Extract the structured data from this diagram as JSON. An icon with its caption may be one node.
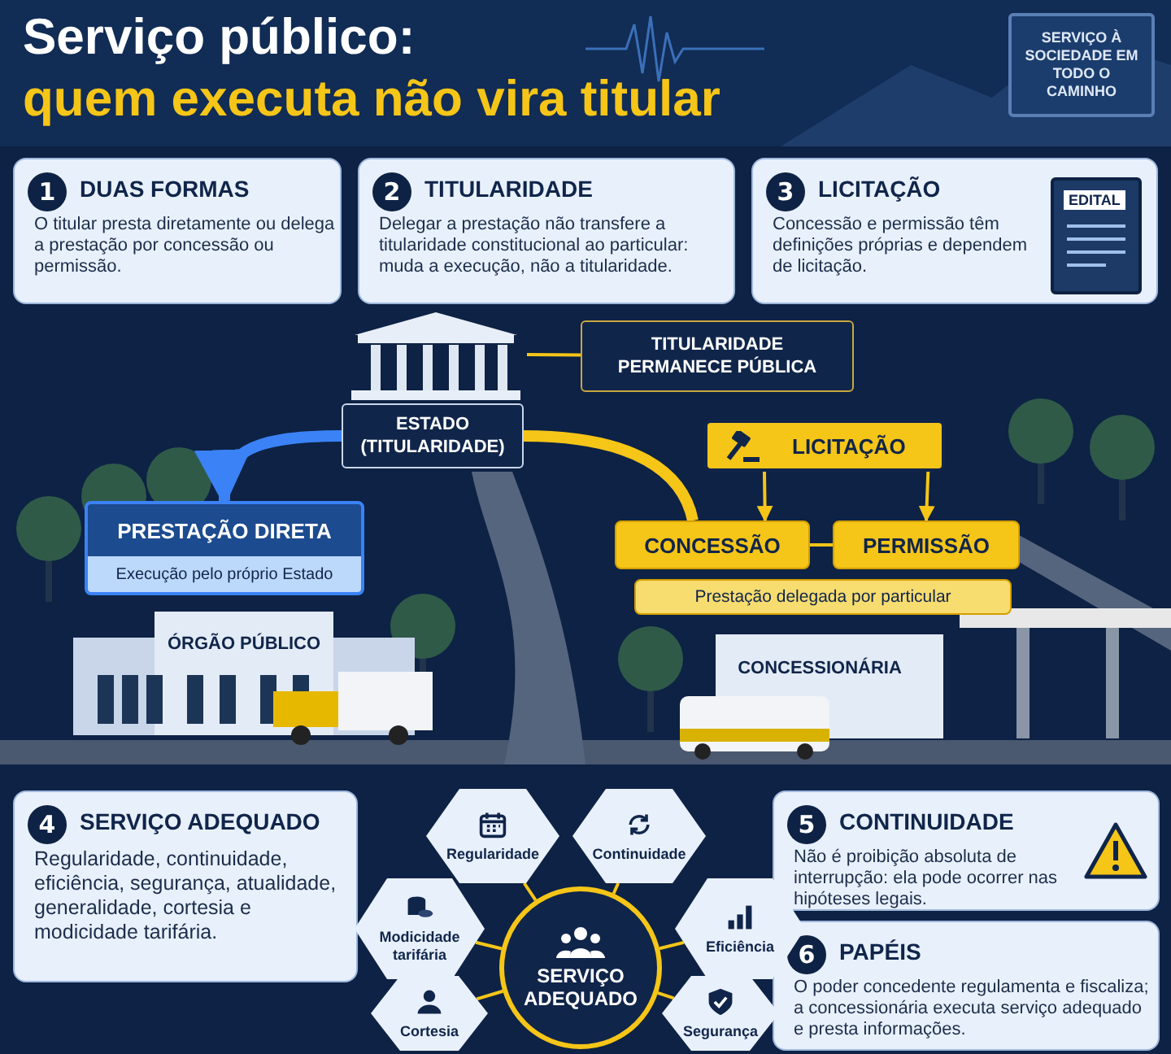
{
  "diagram": {
    "title": "Serviço público: *quem executa não vira titular*",
    "nodes": [
      {
        "text": [
          "1",
          "DUAS FORMAS",
          "O titular presta diretamente ou delega a prestação por concessão ou permissão."
        ]
      },
      {
        "text": [
          "2",
          "TITULARIDADE",
          "Delegar a prestação não transfere a titularidade constitucional ao particular: muda a execução, não a titularidade."
        ]
      },
      {
        "text": [
          "3",
          "LICITAÇÃO",
          "Concessão e permissão têm definições próprias e dependem de licitação."
        ]
      },
      {
        "text": [
          "EDITAL"
        ],
        "in": 2
      },
      {
        "text": [
          "SERVIÇO À SOCIEDADE EM TODO O CAMINHO"
        ]
      },
      {
        "text": [],
        "shape": "picture"
      },
      {
        "text": [
          "TITULARIDADE PERMANECE PÚBLICA"
        ]
      },
      {
        "text": [
          "ESTADO (TITULARIDADE)"
        ]
      },
      {
        "text": [
          "PRESTAÇÃO DIRETA",
          "Execução pelo próprio Estado"
        ]
      },
      {
        "text": [
          "LICITAÇÃO"
        ]
      },
      {
        "text": [
          "CONCESSÃO"
        ]
      },
      {
        "text": [
          "PERMISSÃO"
        ]
      },
      {
        "text": [
          "Prestação delegada por particular"
        ]
      },
      {
        "text": [
          "ÓRGÃO PÚBLICO"
        ]
      },
      {
        "text": [
          "CONCESSIONÁRIA"
        ]
      },
      {
        "text": [
          "4",
          "SERVIÇO ADEQUADO",
          "Regularidade, continuidade, eficiência, segurança, atualidade, generalidade, cortesia e modicidade tarifária."
        ]
      },
      {
        "text": [
          "5",
          "CONTINUIDADE",
          "Não é proibição absoluta de interrupção: ela pode ocorrer nas hipóteses legais."
        ]
      },
      {
        "text": [
          "6",
          "PAPÉIS",
          "O poder concedente regulamenta e fiscaliza; a concessionária executa serviço adequado e presta informações."
        ]
      },
      {
        "text": [
          "SERVIÇO ADEQUADO"
        ]
      },
      {
        "text": [
          "Regularidade"
        ]
      },
      {
        "text": [
          "Continuidade"
        ]
      },
      {
        "text": [
          "Modicidade tarifária"
        ]
      },
      {
        "text": [
          "Eficiência"
        ]
      },
      {
        "text": [
          "Cortesia"
        ]
      },
      {
        "text": [
          "Segurança"
        ]
      }
    ],
    "edges": [
      {
        "from": 6,
        "to": 5,
        "arrow": "none"
      },
      {
        "from": 7,
        "to": 8,
        "arrow": "to",
        "style": "thick",
        "color": "#3b82f6"
      },
      {
        "from": 7,
        "to": 10,
        "arrow": "none",
        "style": "thick"
      },
      {
        "from": 9,
        "to": 10,
        "arrow": "to"
      },
      {
        "from": 9,
        "to": 11,
        "arrow": "to"
      },
      {
        "from": 10,
        "to": 11,
        "arrow": "none"
      },
      {
        "from": 18,
        "to": 19,
        "arrow": "none"
      },
      {
        "from": 18,
        "to": 20,
        "arrow": "none"
      },
      {
        "from": 18,
        "to": 21,
        "arrow": "none"
      },
      {
        "from": 18,
        "to": 22,
        "arrow": "none"
      },
      {
        "from": 18,
        "to": 23,
        "arrow": "none"
      },
      {
        "from": 18,
        "to": 24,
        "arrow": "none"
      }
    ]
  }
}
